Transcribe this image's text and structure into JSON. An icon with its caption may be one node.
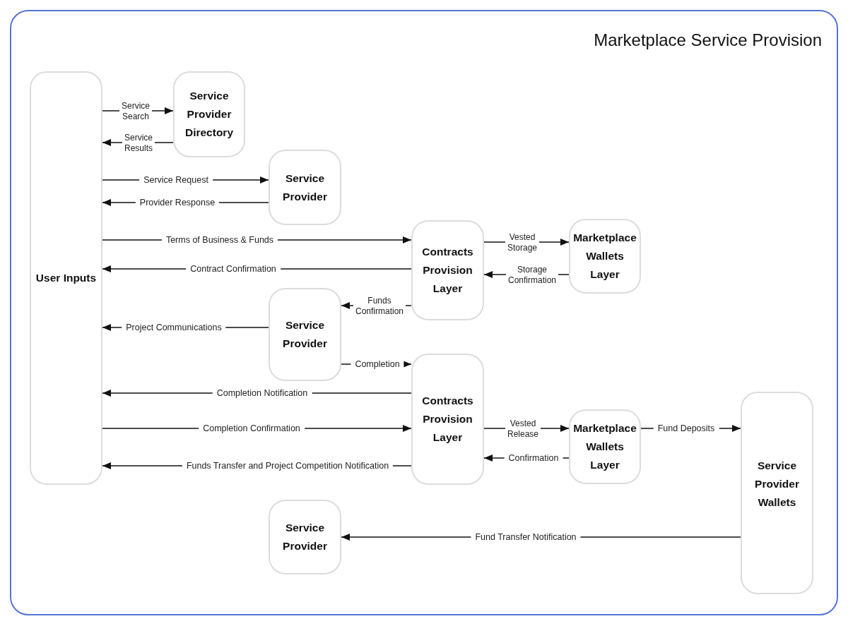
{
  "diagram": {
    "title": "Marketplace Service Provision",
    "nodes": [
      {
        "text": [
          "User Inputs"
        ]
      },
      {
        "text": [
          "Service Provider Directory"
        ]
      },
      {
        "text": [
          "Service Provider"
        ]
      },
      {
        "text": [
          "Contracts Provision Layer"
        ]
      },
      {
        "text": [
          "Marketplace Wallets Layer"
        ]
      },
      {
        "text": [
          "Service Provider"
        ]
      },
      {
        "text": [
          "Contracts Provision Layer"
        ]
      },
      {
        "text": [
          "Marketplace Wallets Layer"
        ]
      },
      {
        "text": [
          "Service Provider Wallets"
        ]
      },
      {
        "text": [
          "Service Provider"
        ]
      }
    ],
    "edges": [
      {
        "from": 0,
        "to": 1,
        "arrow": "to",
        "label": "Service Search"
      },
      {
        "from": 1,
        "to": 0,
        "arrow": "to",
        "label": "Service Results"
      },
      {
        "from": 0,
        "to": 2,
        "arrow": "to",
        "label": "Service Request"
      },
      {
        "from": 2,
        "to": 0,
        "arrow": "to",
        "label": "Provider Response"
      },
      {
        "from": 0,
        "to": 3,
        "arrow": "to",
        "label": "Terms of Business & Funds"
      },
      {
        "from": 3,
        "to": 0,
        "arrow": "to",
        "label": "Contract Confirmation"
      },
      {
        "from": 3,
        "to": 4,
        "arrow": "to",
        "label": "Vested Storage"
      },
      {
        "from": 4,
        "to": 3,
        "arrow": "to",
        "label": "Storage Confirmation"
      },
      {
        "from": 3,
        "to": 5,
        "arrow": "to",
        "label": "Funds Confirmation"
      },
      {
        "from": 5,
        "to": 0,
        "arrow": "to",
        "label": "Project Communications"
      },
      {
        "from": 5,
        "to": 6,
        "arrow": "to",
        "label": "Completion"
      },
      {
        "from": 6,
        "to": 0,
        "arrow": "to",
        "label": "Completion Notification"
      },
      {
        "from": 0,
        "to": 6,
        "arrow": "to",
        "label": "Completion Confirmation"
      },
      {
        "from": 6,
        "to": 0,
        "arrow": "to",
        "label": "Funds Transfer and Project Competition Notification"
      },
      {
        "from": 6,
        "to": 7,
        "arrow": "to",
        "label": "Vested Release"
      },
      {
        "from": 7,
        "to": 6,
        "arrow": "to",
        "label": "Confirmation"
      },
      {
        "from": 7,
        "to": 8,
        "arrow": "to",
        "label": "Fund Deposits"
      },
      {
        "from": 8,
        "to": 9,
        "arrow": "to",
        "label": "Fund Transfer Notification"
      }
    ]
  }
}
